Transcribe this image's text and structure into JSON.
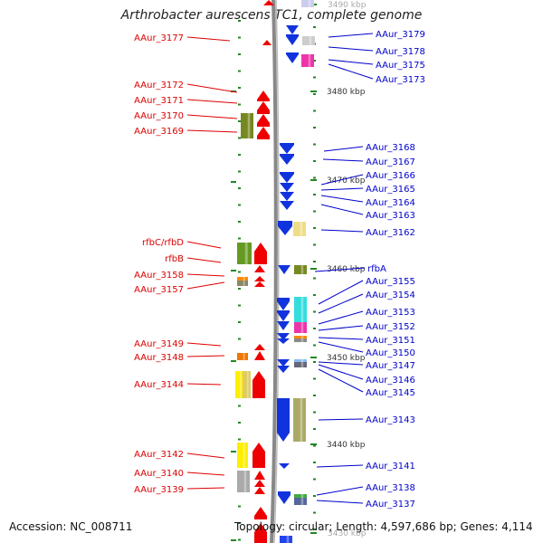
{
  "title": "Arthrobacter aurescens TC1, complete genome",
  "footer": {
    "accession": "Accession: NC_008711",
    "stats": "Topology: circular; Length: 4,597,686 bp; Genes: 4,114"
  },
  "colors": {
    "left_label": "#dd0000",
    "right_label": "#0000cc",
    "tick": "#228822",
    "backbone": "#888888",
    "kbp_label": "#333333"
  },
  "kbp_markers": [
    "3490 kbp",
    "3480 kbp",
    "3470 kbp",
    "3460 kbp",
    "3450 kbp",
    "3440 kbp",
    "3430 kbp"
  ],
  "left_genes": [
    "AAur_3177",
    "AAur_3172",
    "AAur_3171",
    "AAur_3170",
    "AAur_3169",
    "rfbC/rfbD",
    "rfbB",
    "AAur_3158",
    "AAur_3157",
    "AAur_3149",
    "AAur_3148",
    "AAur_3144",
    "AAur_3142",
    "AAur_3140",
    "AAur_3139"
  ],
  "right_genes": [
    "AAur_3179",
    "AAur_3178",
    "AAur_3175",
    "AAur_3173",
    "AAur_3168",
    "AAur_3167",
    "AAur_3166",
    "AAur_3165",
    "AAur_3164",
    "AAur_3163",
    "AAur_3162",
    "rfbA",
    "AAur_3155",
    "AAur_3154",
    "AAur_3153",
    "AAur_3152",
    "AAur_3151",
    "AAur_3150",
    "AAur_3147",
    "AAur_3146",
    "AAur_3145",
    "AAur_3143",
    "AAur_3141",
    "AAur_3138",
    "AAur_3137"
  ]
}
